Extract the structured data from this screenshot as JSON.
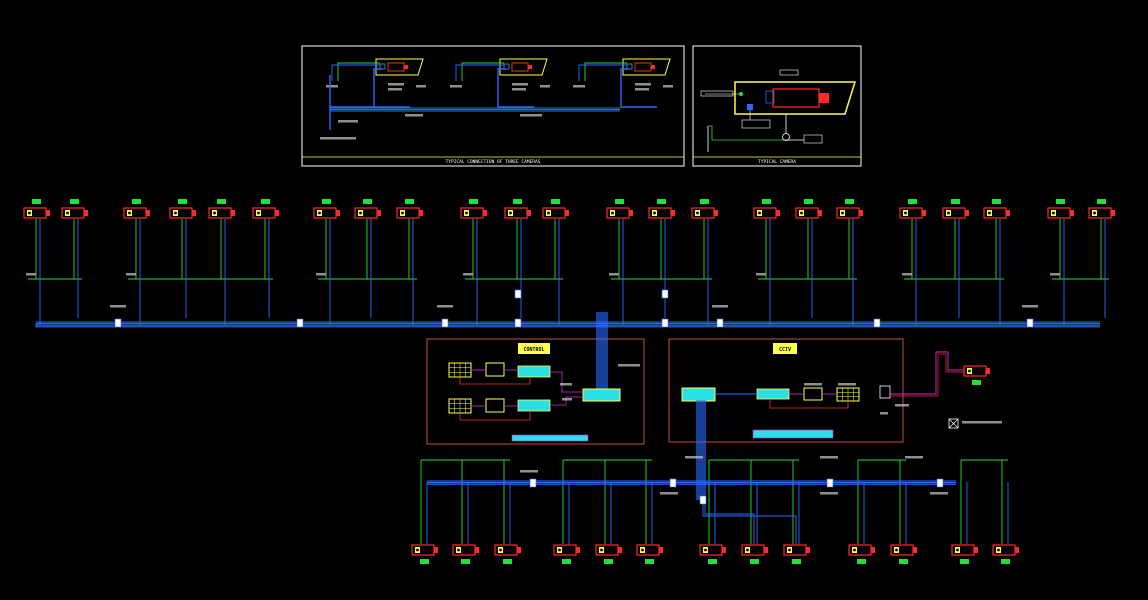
{
  "diagram": {
    "detail_left_caption": "TYPICAL CONNECTION OF THREE CAMERAS",
    "detail_right_caption": "TYPICAL CAMERA",
    "room_left_label": "CONTROL",
    "room_right_label": "CCTV",
    "colors": {
      "background": "#000000",
      "camera": "#ff2a2a",
      "wire_green": "#22e03a",
      "wire_blue": "#2a6bff",
      "frame_yellow": "#ffff4a",
      "room_border": "#c0504a",
      "equipment_cyan": "#2adfe6",
      "cable_magenta": "#d02ad0"
    }
  }
}
